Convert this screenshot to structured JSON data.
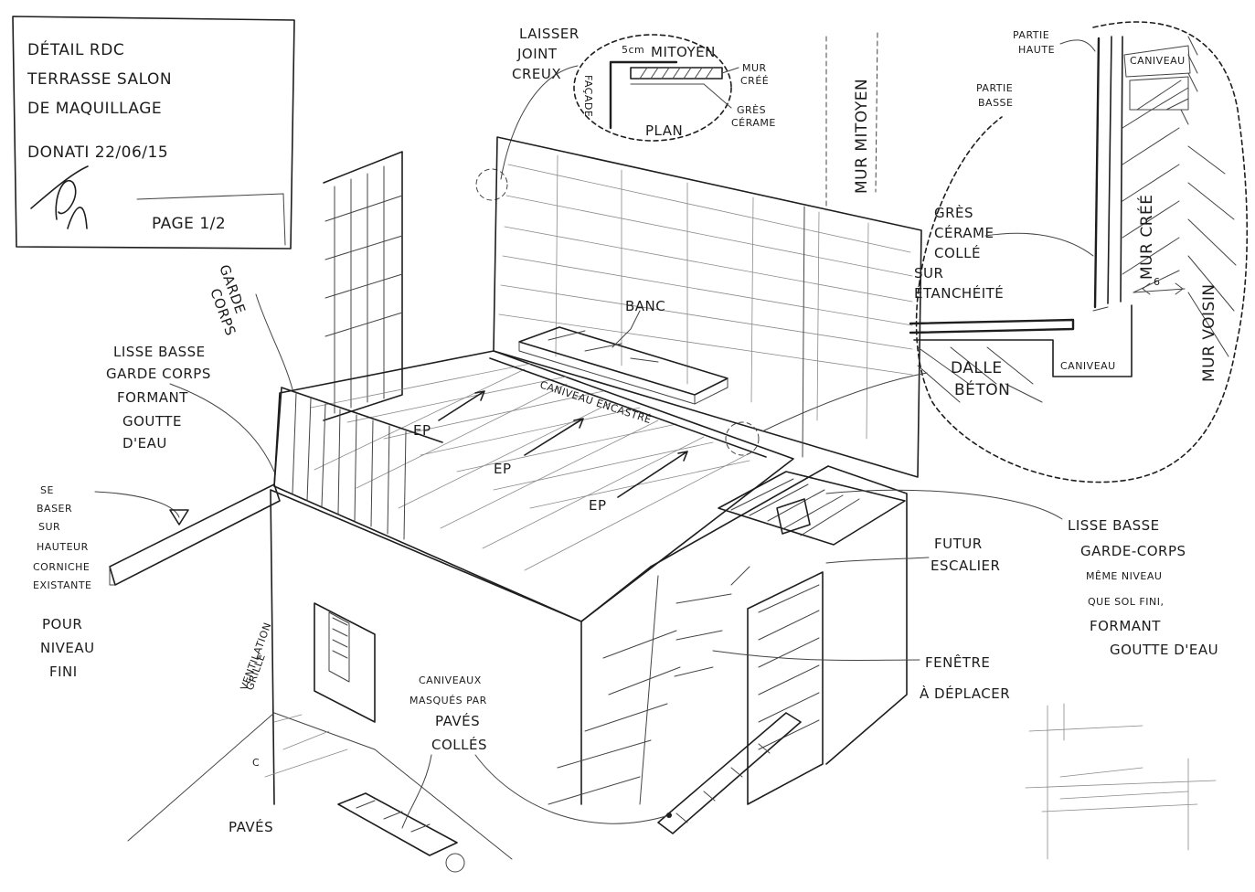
{
  "title_block": {
    "line1": "DÉTAIL RDC",
    "line2": "TERRASSE SALON",
    "line3": "DE MAQUILLAGE",
    "author_date": "DONATI 22/06/15",
    "page": "PAGE 1/2"
  },
  "plan_detail": {
    "laisser": "LAISSER",
    "joint": "JOINT",
    "creux": "CREUX",
    "dim": "5cm",
    "mitoyen": "MITOYEN",
    "facade": "FAÇADE",
    "mur": "MUR",
    "cree": "CRÉÉ",
    "gres": "GRÈS",
    "cerame": "CÉRAME",
    "plan": "PLAN"
  },
  "wall": {
    "mur_mitoyen": "MUR MITOYEN"
  },
  "section": {
    "partie_haute_1": "PARTIE",
    "partie_haute_2": "HAUTE",
    "partie_basse_1": "PARTIE",
    "partie_basse_2": "BASSE",
    "caniveau_top": "CANIVEAU",
    "gres_1": "GRÈS",
    "gres_2": "CÉRAME",
    "gres_3": "COLLÉ",
    "gres_4": "SUR",
    "gres_5": "ÉTANCHÉITÉ",
    "mur_cree": "MUR CRÉÉ",
    "dim": "6",
    "mur_voisin": "MUR VOISIN",
    "caniveau": "CANIVEAU",
    "dalle_1": "DALLE",
    "dalle_2": "BÉTON"
  },
  "labels": {
    "garde_1": "GARDE",
    "garde_2": "CORPS",
    "lisse_1": "LISSE BASSE",
    "lisse_2": "GARDE CORPS",
    "lisse_3": "FORMANT",
    "lisse_4": "GOUTTE",
    "lisse_5": "D'EAU",
    "banc": "BANC",
    "caniveau_encastre": "CANIVEAU ENCASTRÉ",
    "ep_1": "EP",
    "ep_2": "EP",
    "ep_3": "EP",
    "se_1": "SE",
    "se_2": "BASER",
    "se_3": "SUR",
    "se_4": "HAUTEUR",
    "se_5": "CORNICHE",
    "se_6": "EXISTANTE",
    "se_7": "POUR",
    "se_8": "NIVEAU",
    "se_9": "FINI",
    "grille_1": "GRILLE",
    "grille_2": "VENTILATION",
    "cani_1": "CANIVEAUX",
    "cani_2": "MASQUÉS PAR",
    "cani_3": "PAVÉS",
    "cani_4": "COLLÉS",
    "paves": "PAVÉS",
    "futur_1": "FUTUR",
    "futur_2": "ESCALIER",
    "fenetre_1": "FENÊTRE",
    "fenetre_2": "À DÉPLACER",
    "lisse_r_1": "LISSE BASSE",
    "lisse_r_2": "GARDE-CORPS",
    "lisse_r_3": "MÊME NIVEAU",
    "lisse_r_4": "QUE SOL FINI,",
    "lisse_r_5": "FORMANT",
    "lisse_r_6": "GOUTTE D'EAU"
  }
}
